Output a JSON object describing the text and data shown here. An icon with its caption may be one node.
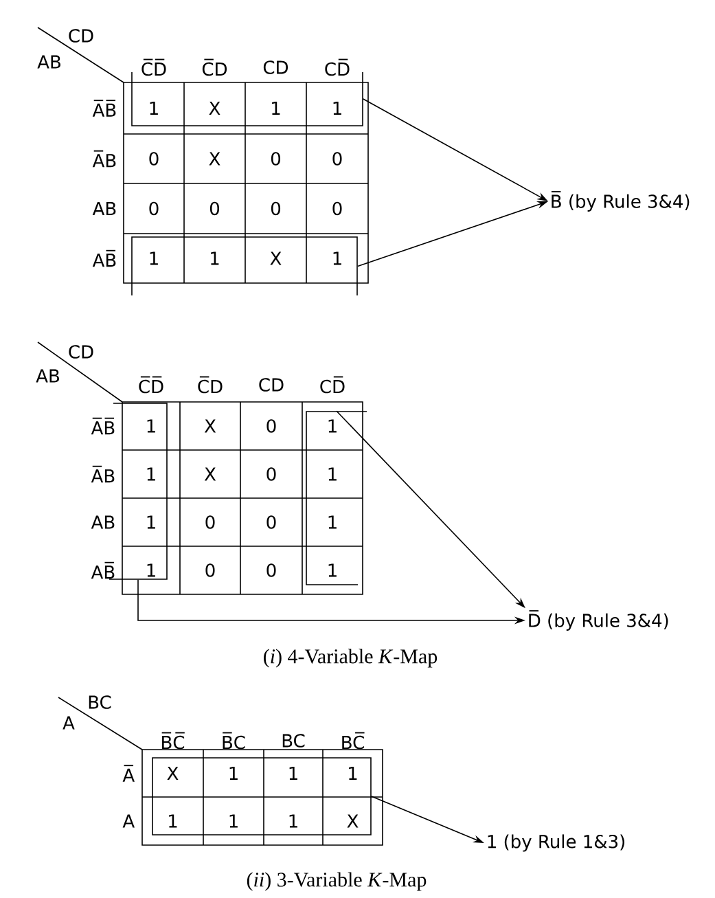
{
  "diagram": {
    "nodes": [
      {
        "text": [],
        "shape": "box"
      },
      {
        "text": [],
        "shape": "box"
      },
      {
        "text": [
          "B̅ (by Rule 3&4)"
        ]
      },
      {
        "text": [],
        "shape": "box"
      },
      {
        "text": [],
        "shape": "box"
      },
      {
        "text": [
          "D̅ (by Rule 3&4)"
        ]
      },
      {
        "text": [],
        "shape": "box"
      },
      {
        "text": [
          "1 (by Rule 1&3)"
        ]
      }
    ],
    "edges": [
      {
        "from": 0,
        "to": 2,
        "arrow": "to"
      },
      {
        "from": 1,
        "to": 2,
        "arrow": "to"
      },
      {
        "from": 4,
        "to": 5,
        "arrow": "to"
      },
      {
        "from": 3,
        "to": 5,
        "arrow": "to"
      },
      {
        "from": 6,
        "to": 7,
        "arrow": "to"
      }
    ],
    "labels": [
      "CD",
      "AB",
      "C̅D̅",
      "C̅D",
      "CD",
      "CD̅",
      "A̅B̅",
      "1",
      "X",
      "1",
      "1",
      "A̅B",
      "0",
      "X",
      "0",
      "0",
      "AB",
      "0",
      "0",
      "0",
      "0",
      "AB̅",
      "1",
      "1",
      "X",
      "1",
      "CD",
      "AB",
      "C̅D̅",
      "C̅D",
      "CD",
      "CD̅",
      "A̅B̅",
      "1",
      "X",
      "0",
      "1",
      "A̅B",
      "1",
      "X",
      "0",
      "1",
      "AB",
      "1",
      "0",
      "0",
      "1",
      "AB̅",
      "1",
      "0",
      "0",
      "1",
      "(*i*) 4-Variable *K*-Map",
      "BC",
      "A",
      "B̅C̅",
      "B̅C",
      "BC",
      "BC̅",
      "A̅",
      "X",
      "1",
      "1",
      "1",
      "A",
      "1",
      "1",
      "1",
      "X",
      "(*ii*) 3-Variable *K*-Map"
    ]
  }
}
